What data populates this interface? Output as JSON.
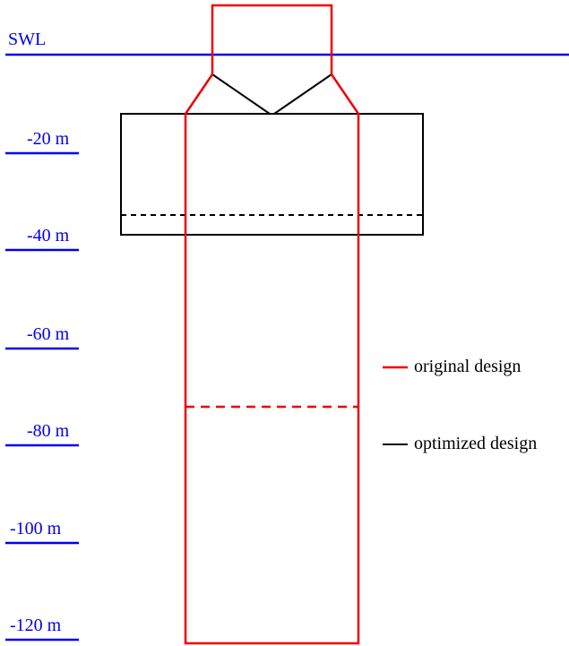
{
  "water_line": {
    "label": "SWL"
  },
  "depth_labels": [
    "-20 m",
    "-40 m",
    "-60 m",
    "-80 m",
    "-100 m",
    "-120 m"
  ],
  "legend": {
    "original": {
      "label": "original design",
      "color": "#ee0000"
    },
    "optimized": {
      "label": "optimized design",
      "color": "#000000"
    }
  },
  "colors": {
    "water_line": "#0000ee",
    "depth_text": "#0000ee",
    "original": "#ee0000",
    "optimized": "#000000"
  }
}
